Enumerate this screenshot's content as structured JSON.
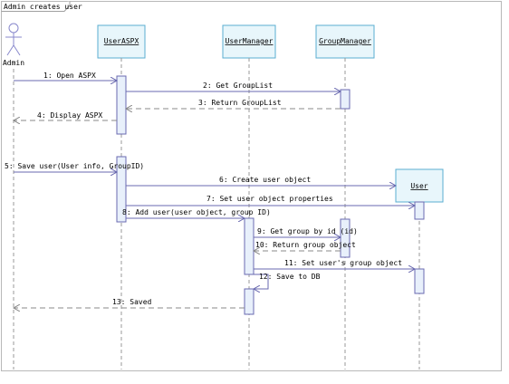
{
  "frame": {
    "title": "Admin creates user"
  },
  "actor": {
    "label": "Admin"
  },
  "participants": [
    {
      "id": "aspx",
      "label": "UserASPX"
    },
    {
      "id": "um",
      "label": "UserManager"
    },
    {
      "id": "gm",
      "label": "GroupManager"
    },
    {
      "id": "user",
      "label": "User"
    }
  ],
  "messages": [
    {
      "label": "1: Open ASPX"
    },
    {
      "label": "2: Get GroupList"
    },
    {
      "label": "3: Return GroupList"
    },
    {
      "label": "4: Display ASPX"
    },
    {
      "label": "5: Save user(User info, GroupID)"
    },
    {
      "label": "6: Create user object"
    },
    {
      "label": "7: Set user object properties"
    },
    {
      "label": "8: Add user(user object, group ID)"
    },
    {
      "label": "9: Get group by id (id)"
    },
    {
      "label": "10: Return group object"
    },
    {
      "label": "11: Set user's group object"
    },
    {
      "label": "12: Save to DB"
    },
    {
      "label": "13: Saved"
    }
  ]
}
